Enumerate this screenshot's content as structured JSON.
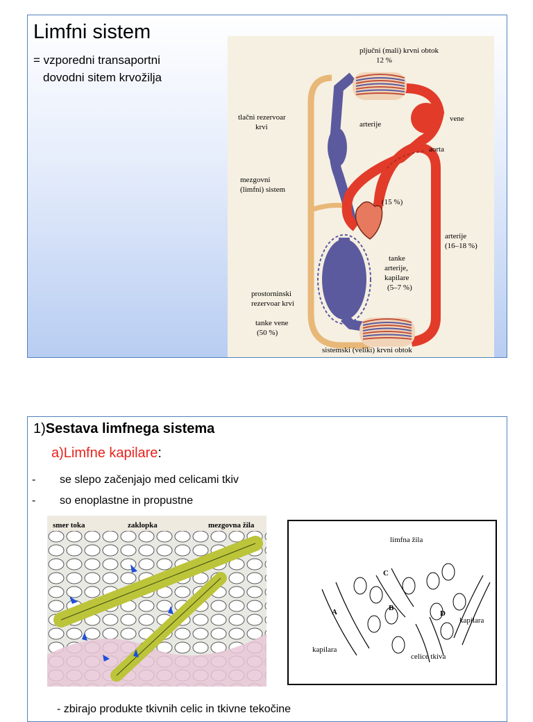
{
  "slide1": {
    "title": "Limfni sistem",
    "subtitle_line1": "= vzporedni  transaportni",
    "subtitle_line2": "dovodni sitem  krvožilja",
    "figure": {
      "label_pulmonary": "pljučni (mali) krvni obtok",
      "label_pulmonary_pct": "12 %",
      "label_arterije_top": "arterije",
      "label_vene": "vene",
      "label_tlacni1": "tlačni rezervoar",
      "label_tlacni2": "krvi",
      "label_aorta": "aorta",
      "label_mezgovni1": "mezgovni",
      "label_mezgovni2": "(limfni) sistem",
      "label_heart_pct": "(15 %)",
      "label_arterije_right": "arterije",
      "label_arterije_right_pct": "(16–18 %)",
      "label_tanke1": "tanke",
      "label_tanke2": "arterije,",
      "label_tanke3": "kapilare",
      "label_tanke4": "(5–7 %)",
      "label_prostor1": "prostorninski",
      "label_prostor2": "rezervoar krvi",
      "label_tankevene1": "tanke vene",
      "label_tankevene2": "(50 %)",
      "label_systemic": "sistemski (veliki) krvni obtok"
    }
  },
  "slide2": {
    "heading_num": "1)",
    "heading_bold": "Sestava limfnega sistema",
    "sub_prefix": "a)",
    "sub_red": "Limfne kapilare",
    "sub_colon": ":",
    "bullet_marker": "-",
    "bullets": [
      "se slepo začenjajo med celicami tkiv",
      "so enoplastne in propustne"
    ],
    "fig2_labels": {
      "smer": "smer toka",
      "zaklopka": "zaklopka",
      "mezgovna": "mezgovna žila"
    },
    "fig3_labels": {
      "limfna": "limfna žila",
      "kapilara_left": "kapilara",
      "kapilara_right": "kapilara",
      "celice": "celice tkiva",
      "A": "A",
      "B": "B",
      "C": "C",
      "D": "D"
    },
    "cut_text": "- zbirajo produkte tkivnih celic in tkivne tekočine"
  }
}
